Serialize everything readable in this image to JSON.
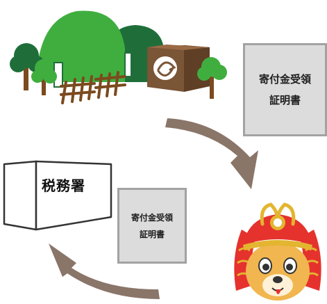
{
  "documents": {
    "large": {
      "line1": "寄付金受領",
      "line2": "証明書"
    },
    "small": {
      "line1": "寄付金受領",
      "line2": "証明書"
    }
  },
  "tax_office": {
    "label": "税務署"
  },
  "icons": {
    "municipality": "municipality-scene-icon",
    "tax_office": "tax-office-box-icon",
    "mascot": "samurai-dog-mascot-icon",
    "arrows": [
      "flow-arrow-icon",
      "flow-arrow-icon"
    ]
  },
  "colors": {
    "arrow": "#8a7569",
    "hill_green": "#3fae3f",
    "dark_green": "#1f6e3a",
    "box_brown": "#7a5536",
    "fence_brown": "#7b4a1e",
    "doc_fill": "#dcdcdc",
    "doc_border": "#a2a2a2",
    "helmet_red": "#e5322d",
    "helmet_gold": "#e3b530",
    "dog_tan": "#f1b650"
  }
}
